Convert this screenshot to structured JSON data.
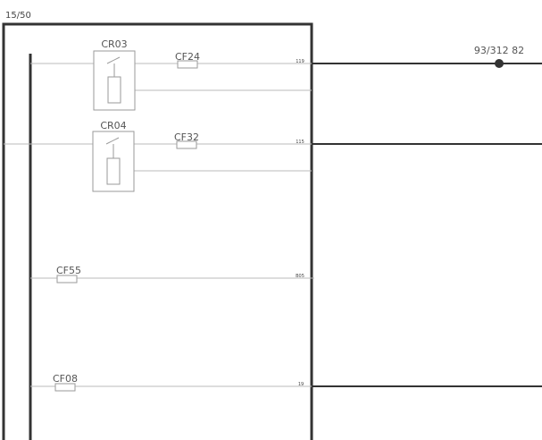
{
  "sheet_ref": "15/50",
  "relays": [
    {
      "id": "CR03"
    },
    {
      "id": "CR04"
    }
  ],
  "fuses": [
    {
      "id": "CF24"
    },
    {
      "id": "CF32"
    },
    {
      "id": "CF55"
    },
    {
      "id": "CF08"
    }
  ],
  "terminals": [
    {
      "label": "119"
    },
    {
      "label": "115"
    },
    {
      "label": "B05"
    },
    {
      "label": "19"
    }
  ],
  "cross_ref": "93/312 82"
}
